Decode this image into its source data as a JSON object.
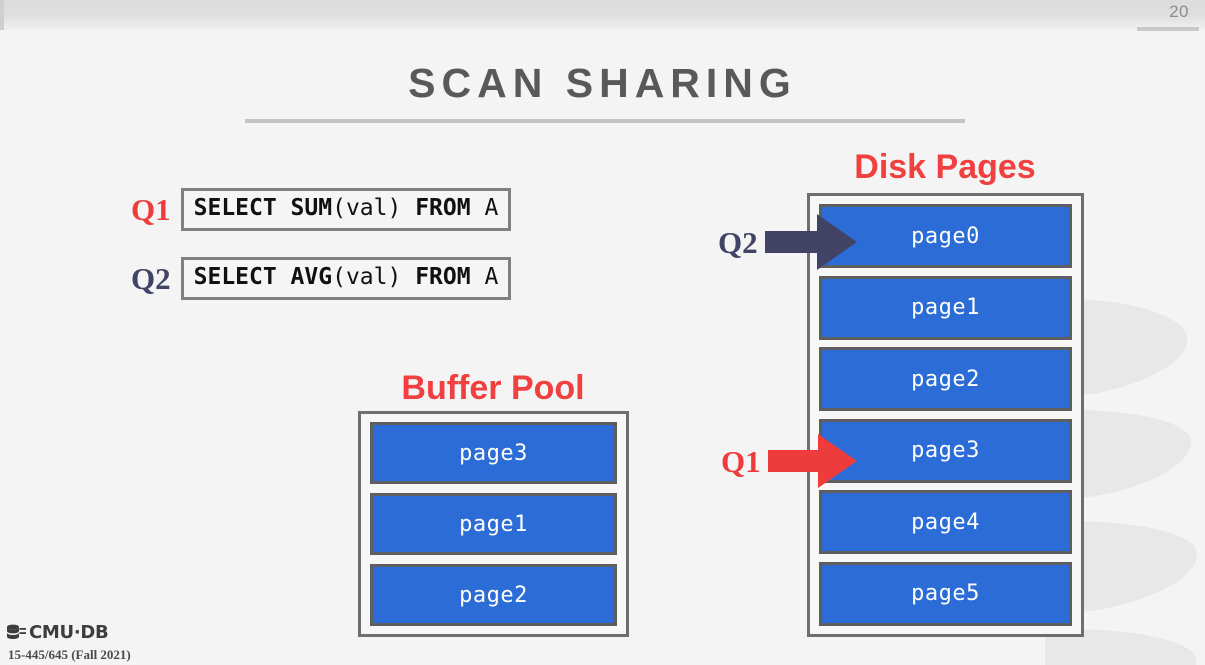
{
  "slide": {
    "number": "20",
    "title": "SCAN SHARING"
  },
  "queries": [
    {
      "label": "Q1",
      "label_color": "#ee3b3b",
      "sql_parts": [
        {
          "text": "SELECT SUM",
          "bold": true
        },
        {
          "text": "(val) ",
          "bold": false
        },
        {
          "text": "FROM ",
          "bold": true
        },
        {
          "text": "A",
          "bold": false
        }
      ],
      "sql_text": "SELECT SUM(val) FROM A"
    },
    {
      "label": "Q2",
      "label_color": "#414465",
      "sql_parts": [
        {
          "text": "SELECT AVG",
          "bold": true
        },
        {
          "text": "(val) ",
          "bold": false
        },
        {
          "text": "FROM ",
          "bold": true
        },
        {
          "text": "A",
          "bold": false
        }
      ],
      "sql_text": "SELECT AVG(val) FROM A"
    }
  ],
  "disk_pages": {
    "heading": "Disk Pages",
    "heading_color": "#f0403f",
    "pages": [
      "page0",
      "page1",
      "page2",
      "page3",
      "page4",
      "page5"
    ]
  },
  "buffer_pool": {
    "heading": "Buffer Pool",
    "heading_color": "#f0403f",
    "pages": [
      "page3",
      "page1",
      "page2"
    ]
  },
  "arrows": [
    {
      "label": "Q2",
      "color": "#414465",
      "points_to": "page0",
      "icon": "arrow-right-icon"
    },
    {
      "label": "Q1",
      "color": "#ee3b3b",
      "points_to": "page3",
      "icon": "arrow-right-icon"
    }
  ],
  "footer": {
    "logo_icon": "database-stack-icon",
    "logo_text": "CMU·DB",
    "course": "15-445/645 (Fall 2021)"
  },
  "colors": {
    "page_blue": "#2b6cd6",
    "page_border": "#5e5e5e",
    "container_border": "#6e6e6e",
    "background": "#f4f4f4",
    "title_gray": "#595959",
    "accent_red": "#f0403f",
    "navy": "#414465"
  }
}
